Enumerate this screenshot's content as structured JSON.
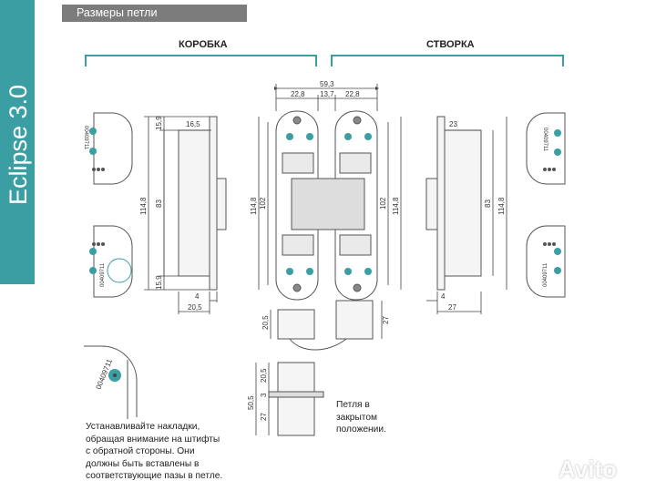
{
  "brand": {
    "product": "Eclipse 3.0"
  },
  "header": {
    "title": "Размеры петли"
  },
  "sections": {
    "box": "КОРОБКА",
    "sash": "СТВОРКА"
  },
  "part_code": "00409711",
  "dimensions": {
    "total_width": "59,3",
    "half_left": "22,8",
    "center": "13,7",
    "half_right": "22,8",
    "height_total": "114,8",
    "height_inner": "102",
    "height_mid": "83",
    "edge": "15,9",
    "box_depth": "16,5",
    "sash_depth": "23",
    "offset": "4",
    "box_bottom_width": "20,5",
    "sash_bottom_width": "27",
    "closed_top": "20,5",
    "closed_right": "27",
    "stack_a": "20,5",
    "stack_b": "3",
    "stack_c": "27",
    "stack_total": "50,5"
  },
  "notes": {
    "closed_position": "Петля в закрытом положении.",
    "instruction_lines": [
      "Устанавливайте накладки,",
      "обращая внимание на штифты",
      "с обратной стороны. Они",
      "должны быть вставлены в",
      "соответствующие пазы в петле."
    ]
  },
  "watermark": "Avito",
  "colors": {
    "accent": "#3b9ea2",
    "header_bg": "#7c7c7c",
    "pin": "#3b9ea2"
  }
}
